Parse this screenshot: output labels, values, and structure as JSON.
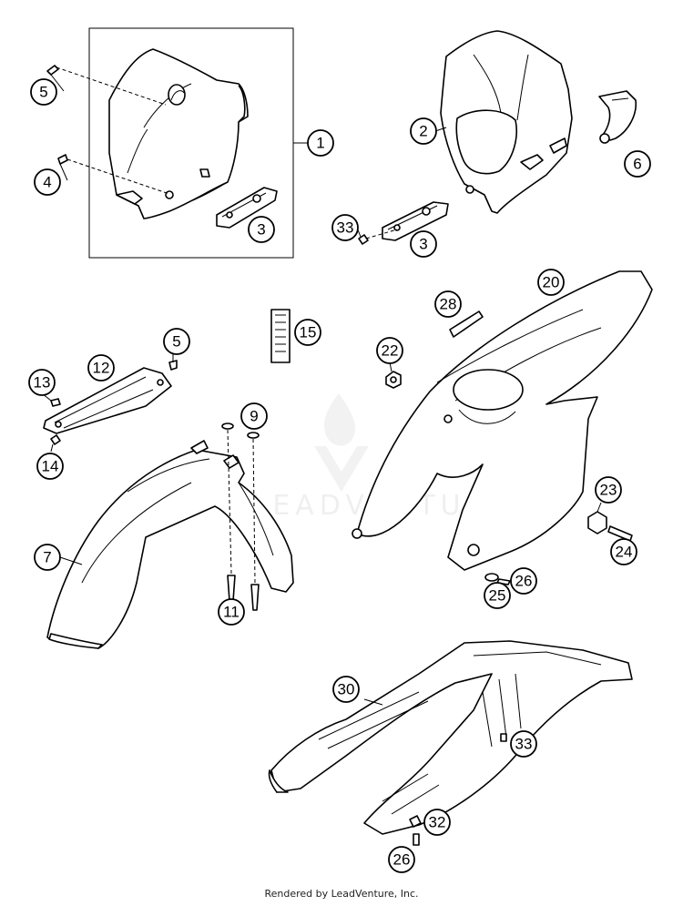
{
  "diagram": {
    "footer": "Rendered by LeadVenture, Inc.",
    "watermark": "LEADVENTURE",
    "callouts": [
      {
        "id": "c1",
        "label": "1"
      },
      {
        "id": "c2",
        "label": "2"
      },
      {
        "id": "c3a",
        "label": "3"
      },
      {
        "id": "c3b",
        "label": "3"
      },
      {
        "id": "c4",
        "label": "4"
      },
      {
        "id": "c5a",
        "label": "5"
      },
      {
        "id": "c5b",
        "label": "5"
      },
      {
        "id": "c6",
        "label": "6"
      },
      {
        "id": "c7",
        "label": "7"
      },
      {
        "id": "c9",
        "label": "9"
      },
      {
        "id": "c11",
        "label": "11"
      },
      {
        "id": "c12",
        "label": "12"
      },
      {
        "id": "c13",
        "label": "13"
      },
      {
        "id": "c14",
        "label": "14"
      },
      {
        "id": "c15",
        "label": "15"
      },
      {
        "id": "c20",
        "label": "20"
      },
      {
        "id": "c22",
        "label": "22"
      },
      {
        "id": "c23",
        "label": "23"
      },
      {
        "id": "c24",
        "label": "24"
      },
      {
        "id": "c25",
        "label": "25"
      },
      {
        "id": "c26a",
        "label": "26"
      },
      {
        "id": "c26b",
        "label": "26"
      },
      {
        "id": "c28",
        "label": "28"
      },
      {
        "id": "c30",
        "label": "30"
      },
      {
        "id": "c32",
        "label": "32"
      },
      {
        "id": "c33a",
        "label": "33"
      },
      {
        "id": "c33b",
        "label": "33"
      }
    ]
  }
}
